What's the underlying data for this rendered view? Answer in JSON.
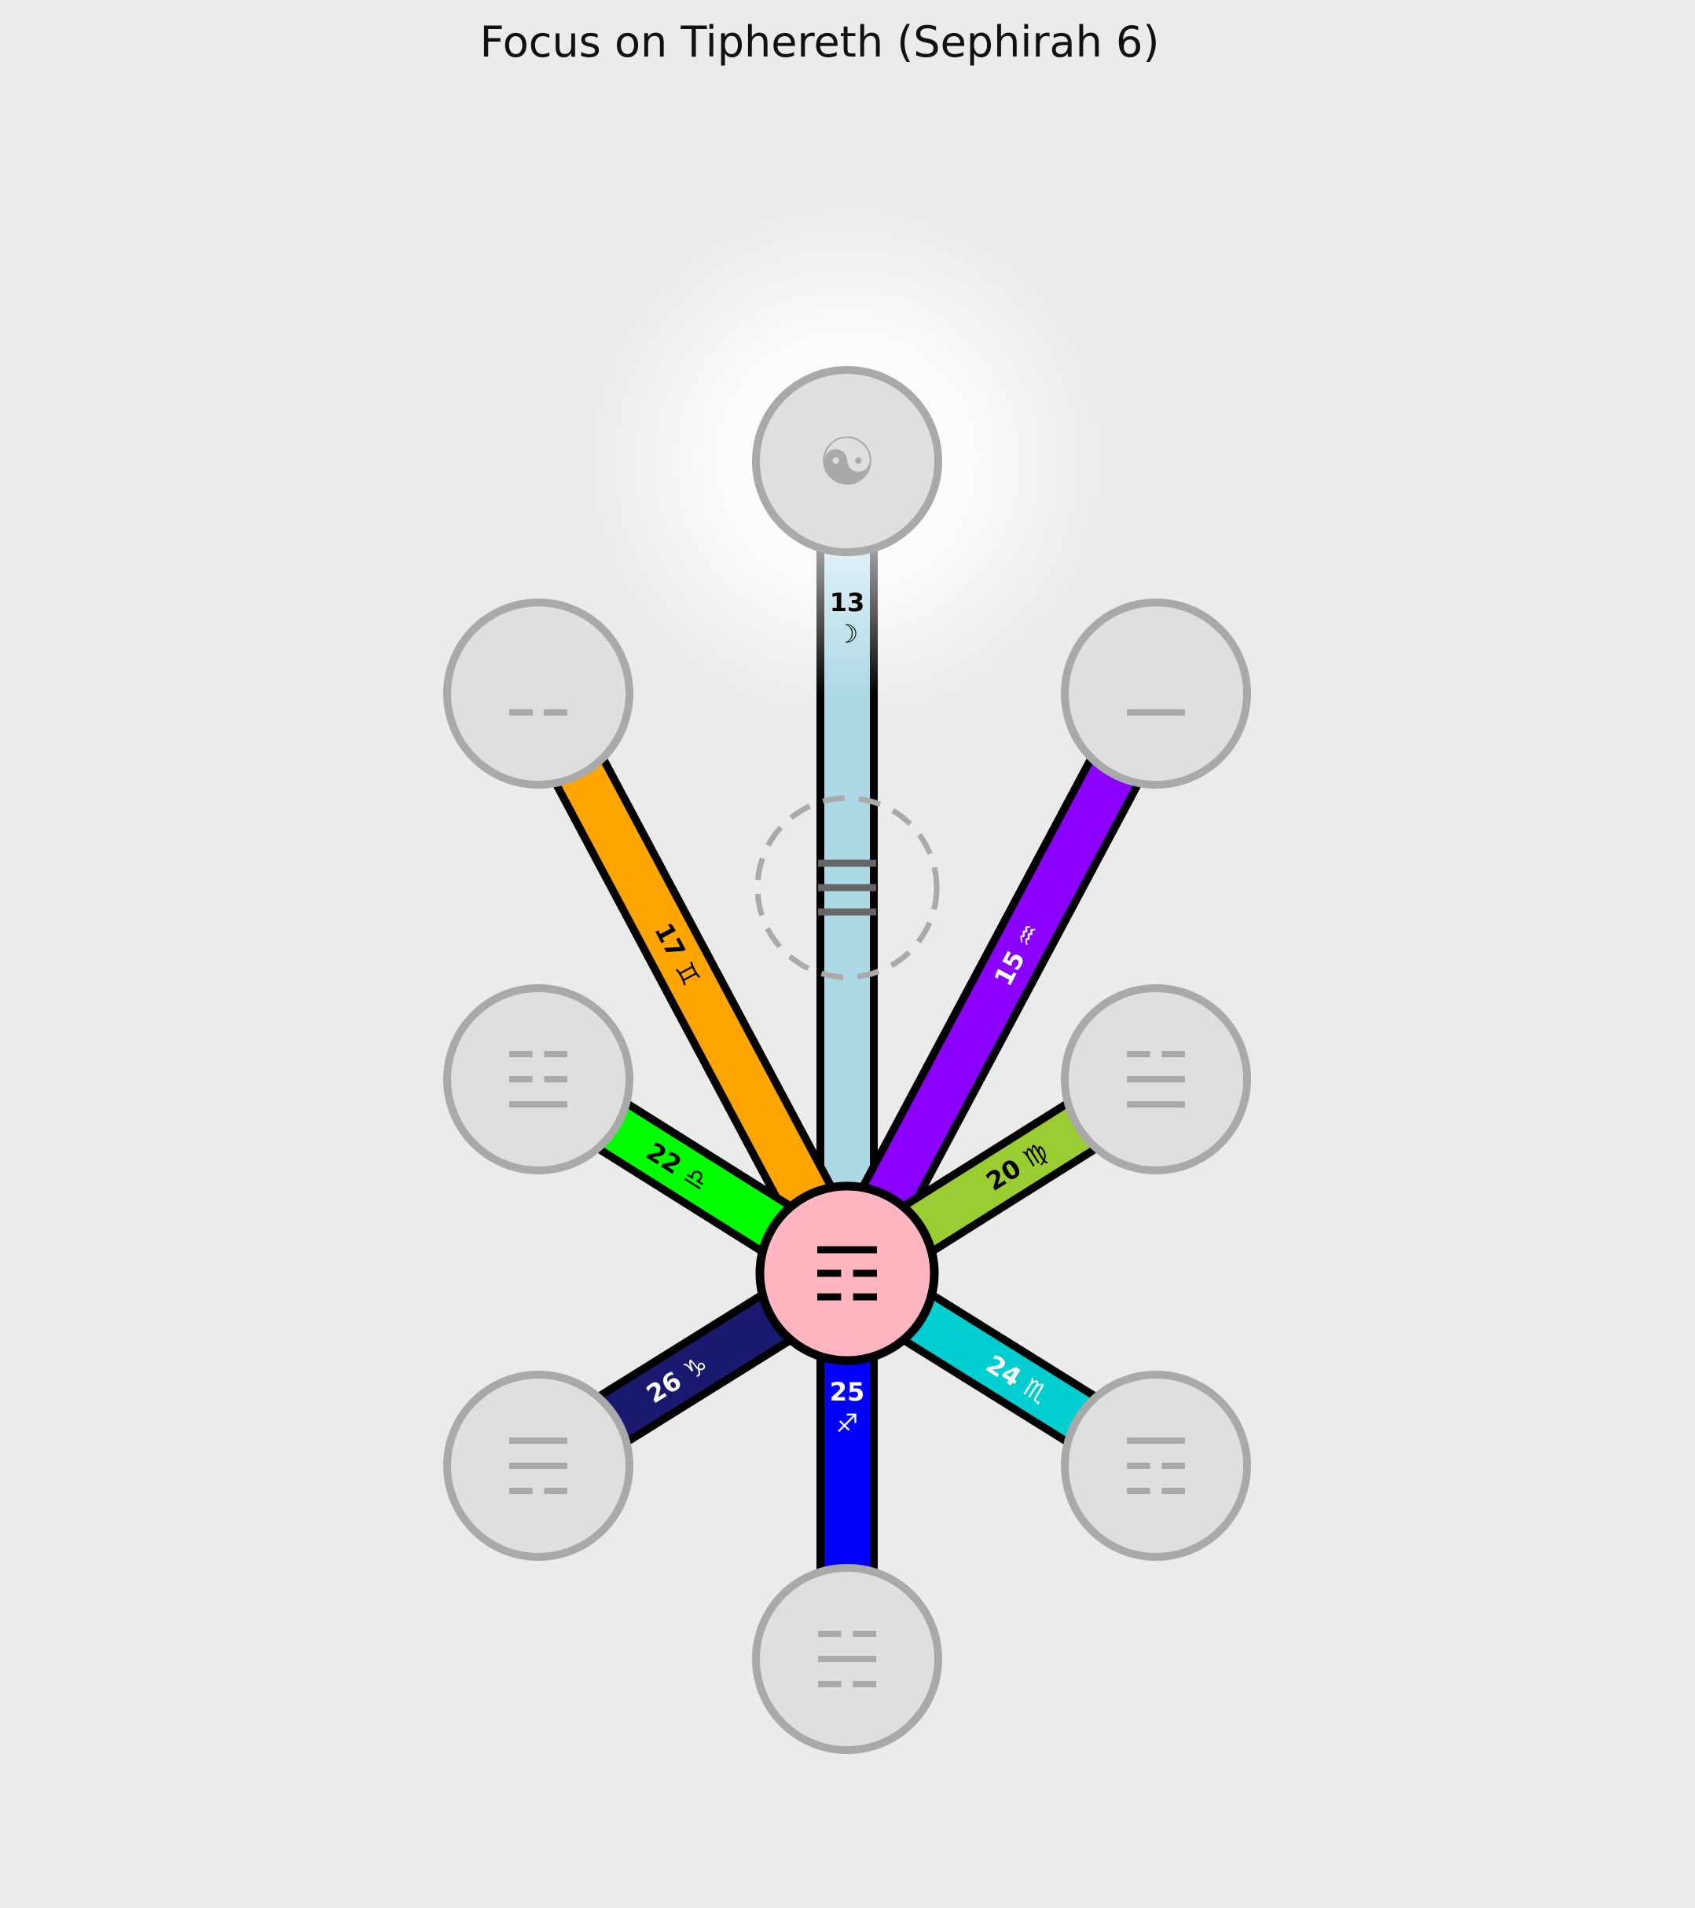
{
  "title": "Focus on Tiphereth (Sephirah 6)",
  "colors": {
    "background": "#ebebeb",
    "node_fill": "#dfdfdf",
    "node_stroke": "#a9a9a9",
    "focus_fill": "#ffb6c1",
    "focus_stroke": "#000000",
    "glyph_dim": "#a9a9a9",
    "glyph_focus": "#000000",
    "daath_glyph": "#666666",
    "daath_stroke": "#aaaaaa"
  },
  "nodes": [
    {
      "id": "kether",
      "glyph": "yinyang",
      "focus": false
    },
    {
      "id": "chokmah",
      "glyph": "yang",
      "focus": false
    },
    {
      "id": "binah",
      "glyph": "yin",
      "focus": false
    },
    {
      "id": "daath",
      "glyph": "trigram",
      "lines": [
        1,
        1,
        1
      ],
      "hidden": true
    },
    {
      "id": "chesed",
      "glyph": "trigram",
      "lines": [
        0,
        1,
        1
      ],
      "focus": false
    },
    {
      "id": "geburah",
      "glyph": "trigram",
      "lines": [
        0,
        0,
        1
      ],
      "focus": false
    },
    {
      "id": "tiphereth",
      "glyph": "trigram",
      "lines": [
        1,
        0,
        0
      ],
      "focus": true
    },
    {
      "id": "netzach",
      "glyph": "trigram",
      "lines": [
        1,
        0,
        0
      ],
      "focus": false
    },
    {
      "id": "hod",
      "glyph": "trigram",
      "lines": [
        1,
        1,
        0
      ],
      "focus": false
    },
    {
      "id": "yesod",
      "glyph": "trigram",
      "lines": [
        0,
        1,
        0
      ],
      "focus": false
    }
  ],
  "paths": [
    {
      "number": "13",
      "sign": "☽",
      "color": "#add8e6",
      "text_color": "#000000",
      "from": "tiphereth",
      "to": "kether",
      "label_style": "stacked"
    },
    {
      "number": "15",
      "sign": "♒",
      "color": "#8b00ff",
      "text_color": "#ffffff",
      "from": "tiphereth",
      "to": "chokmah"
    },
    {
      "number": "17",
      "sign": "♊",
      "color": "#ffa500",
      "text_color": "#000000",
      "from": "tiphereth",
      "to": "binah"
    },
    {
      "number": "20",
      "sign": "♍",
      "color": "#9acd32",
      "text_color": "#000000",
      "from": "tiphereth",
      "to": "chesed"
    },
    {
      "number": "22",
      "sign": "♎",
      "color": "#00ff00",
      "text_color": "#000000",
      "from": "tiphereth",
      "to": "geburah"
    },
    {
      "number": "24",
      "sign": "♏",
      "color": "#00ced1",
      "text_color": "#ffffff",
      "from": "tiphereth",
      "to": "netzach"
    },
    {
      "number": "25",
      "sign": "♐",
      "color": "#0000ff",
      "text_color": "#ffffff",
      "from": "tiphereth",
      "to": "yesod",
      "label_style": "stacked"
    },
    {
      "number": "26",
      "sign": "♑",
      "color": "#191970",
      "text_color": "#ffffff",
      "from": "tiphereth",
      "to": "hod"
    }
  ]
}
